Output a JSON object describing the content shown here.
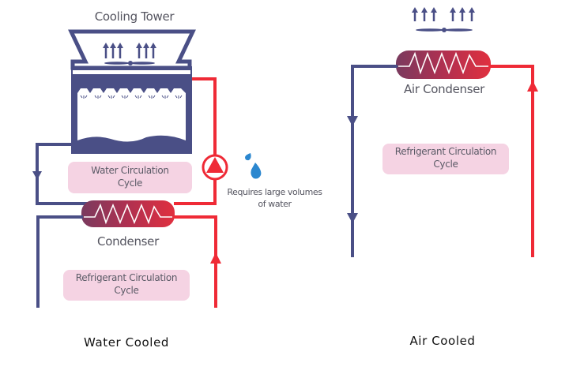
{
  "colors": {
    "blue": "#4a4f86",
    "red": "#ef2a36",
    "pink_box": "#f5d3e3",
    "water_drop": "#2b87cf",
    "label_text": "#555560"
  },
  "water_cooled": {
    "caption": "Water Cooled",
    "cooling_tower_label": "Cooling Tower",
    "water_cycle_label": {
      "line1": "Water Circulation",
      "line2": "Cycle"
    },
    "condenser_label": "Condenser",
    "refrigerant_cycle_label": {
      "line1": "Refrigerant Circulation",
      "line2": "Cycle"
    },
    "water_note": {
      "line1": "Requires large volumes",
      "line2": "of water"
    },
    "icons": [
      "fan-icon",
      "airflow-arrows-icon",
      "pump-icon",
      "water-drop-icon"
    ]
  },
  "air_cooled": {
    "caption": "Air Cooled",
    "condenser_label": "Air Condenser",
    "refrigerant_cycle_label": {
      "line1": "Refrigerant Circulation",
      "line2": "Cycle"
    },
    "icons": [
      "fan-icon",
      "airflow-arrows-icon"
    ]
  }
}
